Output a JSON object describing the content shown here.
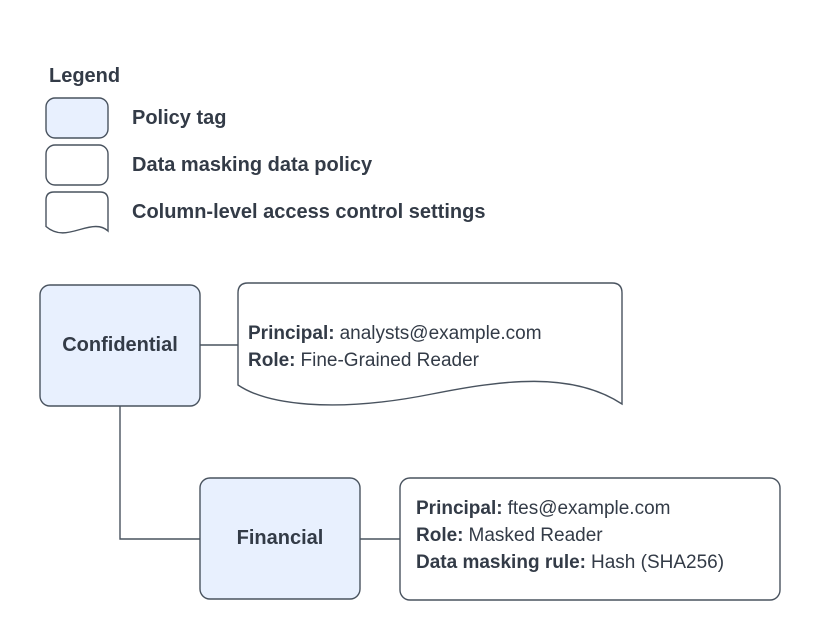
{
  "colors": {
    "background": "#ffffff",
    "policy_tag_fill": "#e8f0fe",
    "shape_fill": "#ffffff",
    "border": "#49535f",
    "connector": "#49535f",
    "text": "#333b47"
  },
  "legend": {
    "title": "Legend",
    "items": [
      {
        "swatch": "policy-tag-swatch",
        "shape": "rounded-rect-blue",
        "label": "Policy tag"
      },
      {
        "swatch": "data-masking-policy-swatch",
        "shape": "rounded-rect-white",
        "label": "Data masking data policy"
      },
      {
        "swatch": "column-access-swatch",
        "shape": "document-wave",
        "label": "Column-level access control settings"
      }
    ]
  },
  "diagram": {
    "nodes": {
      "confidential": {
        "label": "Confidential",
        "type": "policy-tag"
      },
      "financial": {
        "label": "Financial",
        "type": "policy-tag"
      }
    },
    "confidential_settings": {
      "type": "column-level-access-control-settings",
      "lines": [
        {
          "label": "Principal:",
          "value": "analysts@example.com"
        },
        {
          "label": "Role:",
          "value": "Fine-Grained Reader"
        }
      ]
    },
    "financial_policy": {
      "type": "data-masking-data-policy",
      "lines": [
        {
          "label": "Principal:",
          "value": "ftes@example.com"
        },
        {
          "label": "Role:",
          "value": "Masked Reader"
        },
        {
          "label": "Data masking rule:",
          "value": "Hash (SHA256)"
        }
      ]
    }
  }
}
